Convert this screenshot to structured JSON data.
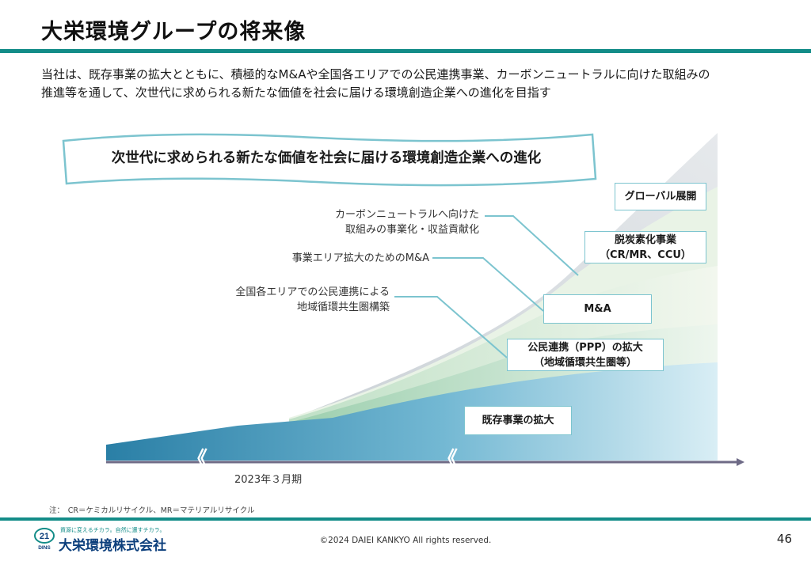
{
  "header": {
    "title": "大栄環境グループの将来像"
  },
  "intro": {
    "line1": "当社は、既存事業の拡大とともに、積極的なM&Aや全国各エリアでの公民連携事業、カーボンニュートラルに向けた取組みの",
    "line2": "推進等を通して、次世代に求められる新たな価値を社会に届ける環境創造企業への進化を目指す"
  },
  "diagram": {
    "banner": "次世代に求められる新たな価値を社会に届ける環境創造企業への進化",
    "boxes": {
      "global": "グローバル展開",
      "decarb_line1": "脱炭素化事業",
      "decarb_line2": "（CR/MR、CCU）",
      "ma": "M&A",
      "ppp_line1": "公民連携（PPP）の拡大",
      "ppp_line2": "（地域循環共生圏等）",
      "existing": "既存事業の拡大"
    },
    "callouts": {
      "carbon_line1": "カーボンニュートラルへ向けた",
      "carbon_line2": "取組みの事業化・収益貢献化",
      "ma": "事業エリア拡大のためのM&A",
      "ppp_line1": "全国各エリアでの公民連携による",
      "ppp_line2": "地域循環共生圏構築"
    },
    "timeline": {
      "period_label": "2023年３月期",
      "break_mark": "《"
    },
    "colors": {
      "teal_rule": "#138c88",
      "box_border": "#7cc4cf",
      "layer_existing_dark": "#2f87ad",
      "layer_existing_light": "#cfe9f2",
      "layer_green": "#b9dfc0",
      "layer_gray": "#d3d8dc",
      "axis": "#6e6a86"
    }
  },
  "footer": {
    "note": "注：　CR＝ケミカルリサイクル、MR＝マテリアルリサイクル",
    "logo_tagline": "資源に変えるチカラ。自然に還すチカラ。",
    "logo_name": "大栄環境株式会社",
    "logo_mark_text": "21",
    "logo_mark_sub": "DINS",
    "copyright": "©2024 DAIEI KANKYO All rights reserved.",
    "page_number": "46"
  }
}
